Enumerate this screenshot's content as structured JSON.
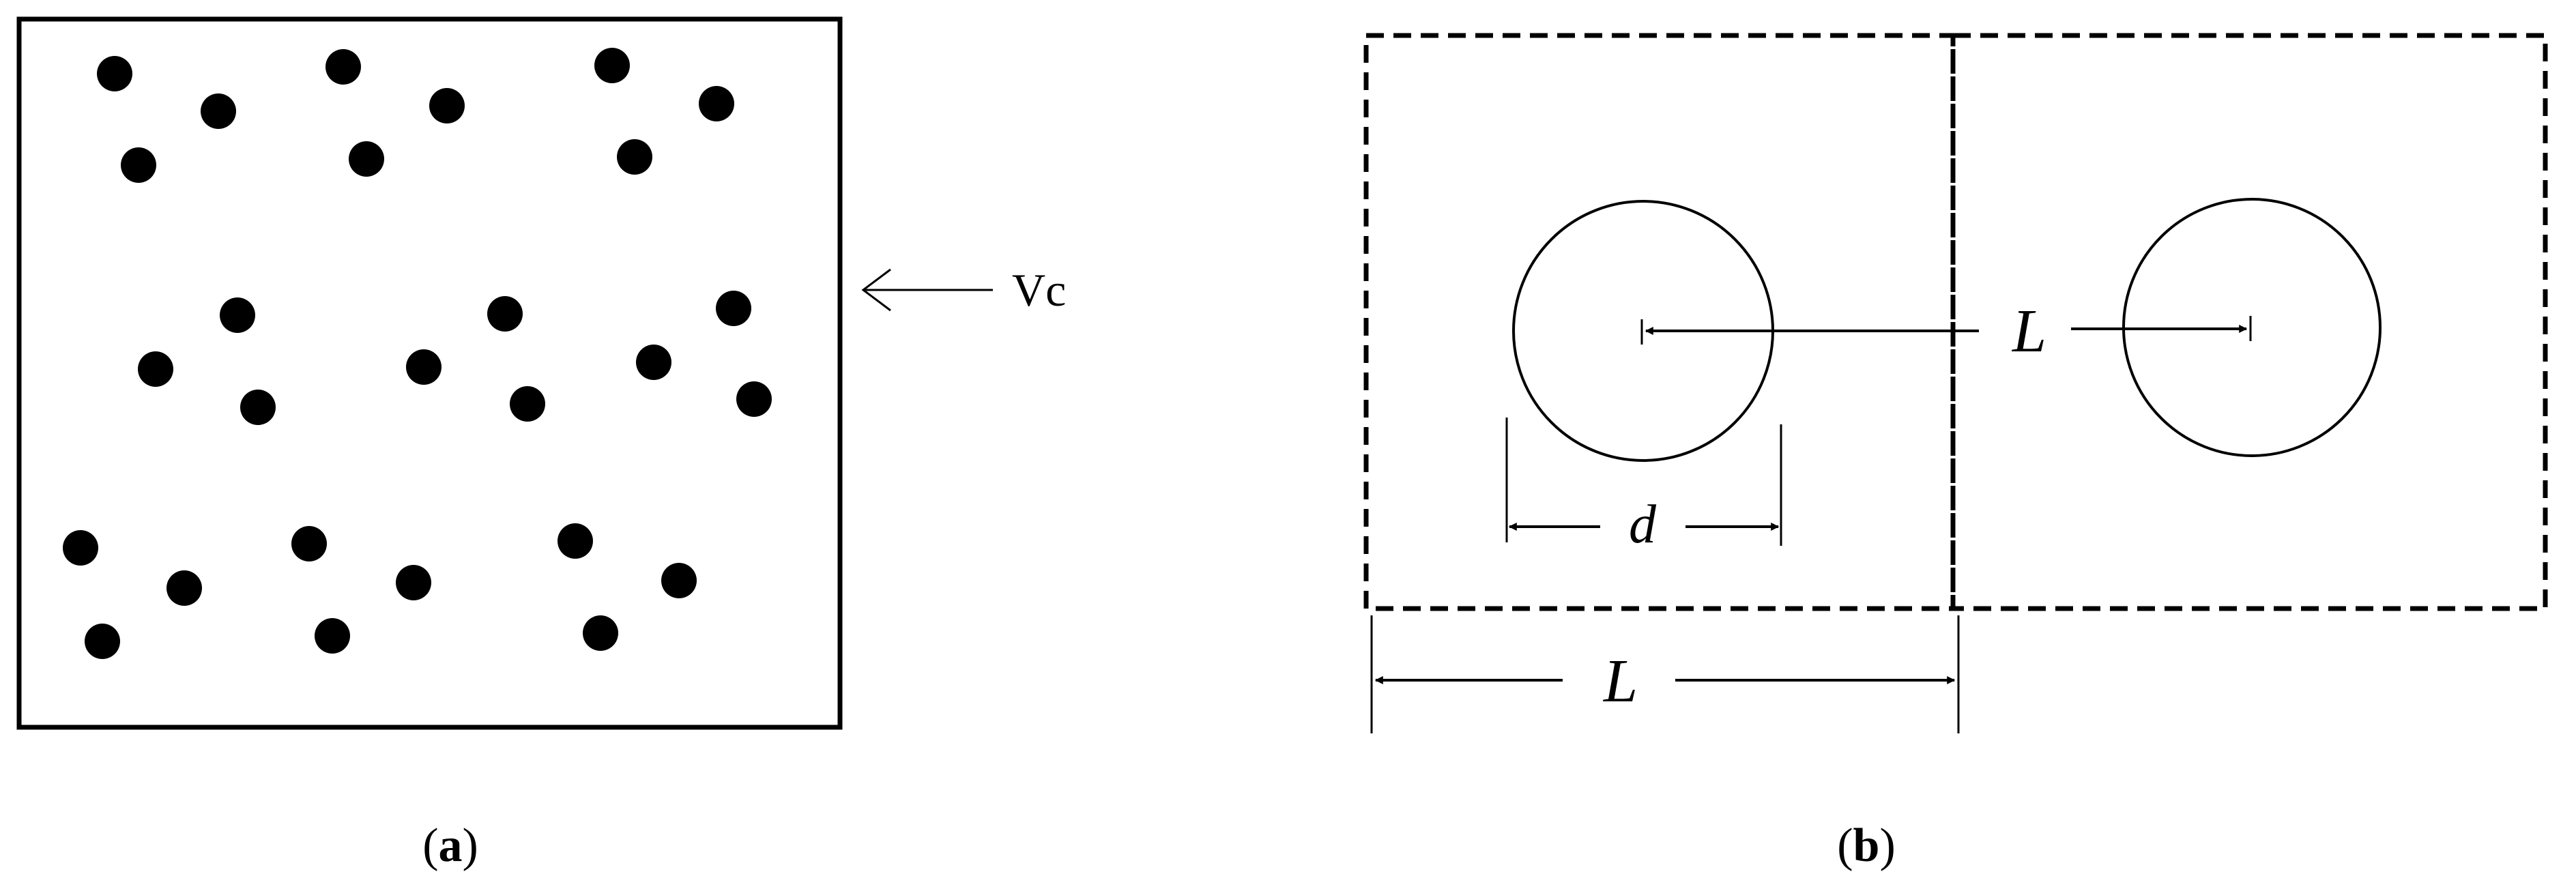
{
  "panel_a": {
    "velocity_label": "Vc",
    "caption_open": "(",
    "caption_letter": "a",
    "caption_close": ")"
  },
  "panel_b": {
    "spacing_label_top": "L",
    "diameter_label": "d",
    "spacing_label_bottom": "L",
    "caption_open": "(",
    "caption_letter": "b",
    "caption_close": ")"
  }
}
